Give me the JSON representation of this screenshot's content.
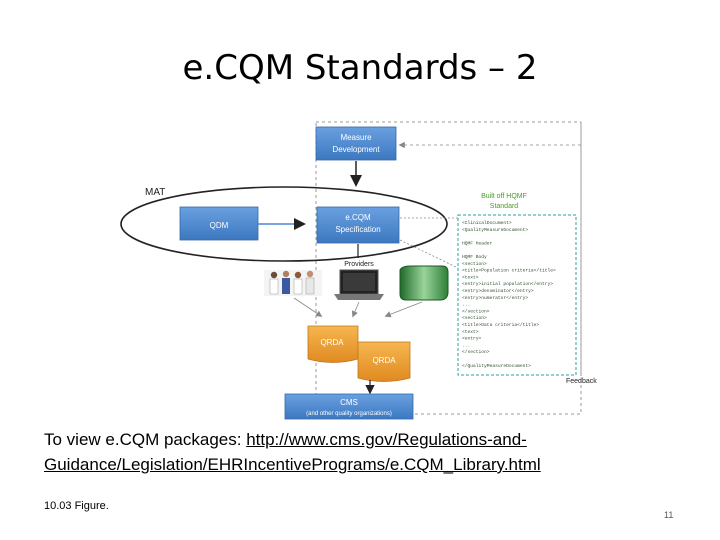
{
  "slide": {
    "title": "e.CQM Standards – 2",
    "caption_prefix": "To view e.CQM packages: ",
    "caption_url_part1": "http://www.cms.gov/Regulations-and-",
    "caption_url_part2": "Guidance/Legislation/EHRIncentivePrograms/e.CQM_Library.html",
    "figure_label": "10.03 Figure.",
    "page_number": "11"
  },
  "diagram": {
    "measure_dev": [
      "Measure",
      "Development"
    ],
    "mat": "MAT",
    "qdm": "QDM",
    "ecqm_spec": [
      "e.CQM",
      "Specification"
    ],
    "built_off": [
      "Built off HQMF",
      "Standard"
    ],
    "providers": "Providers",
    "qrda1": "QRDA",
    "qrda2": "QRDA",
    "cms": "CMS",
    "cms_sub": "(and other quality organizations)",
    "feedback": "Feedback",
    "xml_lines": [
      "<ClinicalDocument>",
      "  <QualityMeasureDocument>",
      "",
      "  HQMF Header",
      "",
      "  HQMF Body",
      "  <section>",
      "    <title>Population criteria</title>",
      "    <text>",
      "    <entry>initial population</entry>",
      "    <entry>denominator</entry>",
      "    <entry>numerator</entry>",
      "    ...",
      "  </section>",
      "  <section>",
      "    <title>Data criteria</title>",
      "    <text>",
      "    <entry>",
      "    ...",
      "  </section>",
      "",
      "</QualityMeasureDocument>"
    ],
    "colors": {
      "blue": "#4a86d0",
      "orange": "#f0a030",
      "green": "#3a8a3a",
      "xml_border": "#2aa0a0",
      "xml_text": "#305030"
    }
  }
}
